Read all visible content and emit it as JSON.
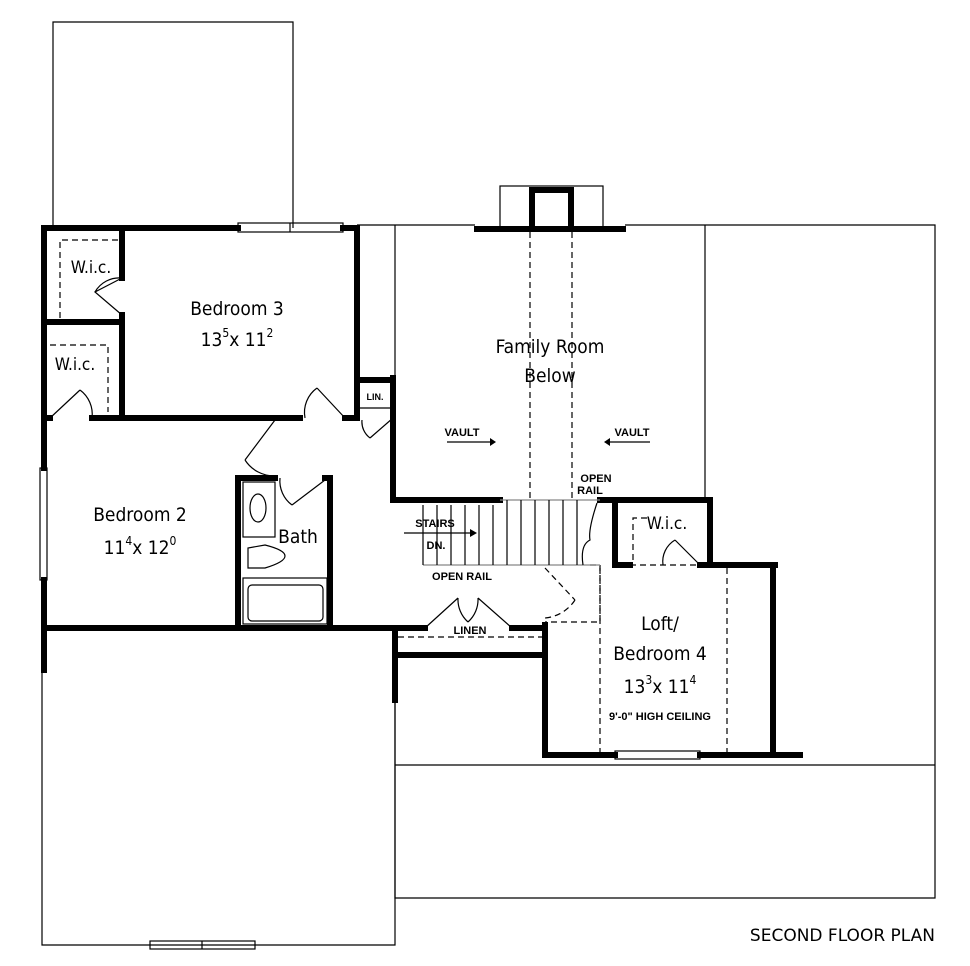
{
  "plan_title": "SECOND FLOOR PLAN",
  "rooms": {
    "bedroom3": {
      "name": "Bedroom 3",
      "w": "13",
      "w_in": "5",
      "x": "x 11",
      "h_in": "2"
    },
    "bedroom2": {
      "name": "Bedroom 2",
      "w": "11",
      "w_in": "4",
      "x": "x 12",
      "h_in": "0"
    },
    "loft": {
      "name_line1": "Loft/",
      "name_line2": "Bedroom 4",
      "w": "13",
      "w_in": "3",
      "x": "x 11",
      "h_in": "4",
      "note": "9'-0\" HIGH CEILING"
    },
    "family": {
      "line1": "Family Room",
      "line2": "Below"
    },
    "bath": "Bath",
    "wic_top": "W.i.c.",
    "wic_mid": "W.i.c.",
    "wic_right": "W.i.c.",
    "lin": "LIN.",
    "linen": "LINEN"
  },
  "annotations": {
    "vault_left": "VAULT",
    "vault_right": "VAULT",
    "open_rail_top_1": "OPEN",
    "open_rail_top_2": "RAIL",
    "open_rail_bottom": "OPEN RAIL",
    "stairs": "STAIRS",
    "dn": "DN."
  }
}
